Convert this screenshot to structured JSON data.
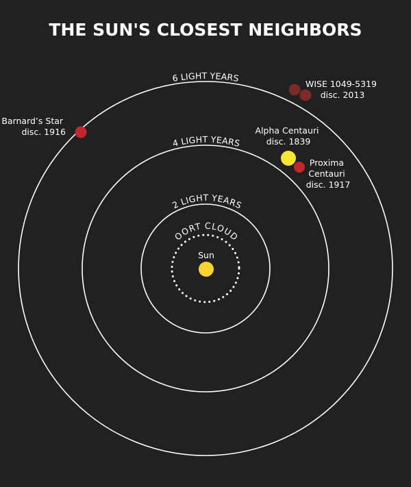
{
  "title": "THE SUN'S CLOSEST NEIGHBORS",
  "rings": {
    "six": "6 LIGHT YEARS",
    "four": "4 LIGHT YEARS",
    "two": "2 LIGHT YEARS",
    "oort": "OORT CLOUD"
  },
  "stars": {
    "sun": {
      "name": "Sun"
    },
    "barnard": {
      "name": "Barnard’s Star",
      "discovery": "disc. 1916"
    },
    "wise": {
      "name": "WISE 1049-5319",
      "discovery": "disc. 2013"
    },
    "alpha_centauri": {
      "name": "Alpha Centauri",
      "discovery": "disc. 1839"
    },
    "proxima": {
      "name_line1": "Proxima",
      "name_line2": "Centauri",
      "discovery": "disc. 1917"
    }
  },
  "colors": {
    "background": "#212121",
    "ring": "#ffffff",
    "sun": "#fbd432",
    "alpha_centauri": "#fbe634",
    "red_dwarf": "#c1272d",
    "brown_dwarf": "#7a2a27"
  }
}
